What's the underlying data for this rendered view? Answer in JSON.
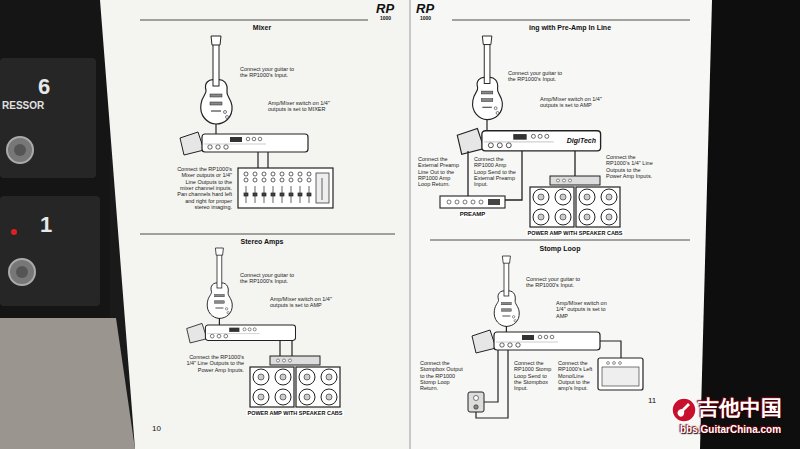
{
  "diagram": {
    "nodes": [
      {
        "text": [
          "POWER AMP WITH SPEAKER CABS"
        ]
      },
      {
        "text": [
          "DigiTech"
        ]
      },
      {
        "text": [
          "PREAMP"
        ]
      },
      {
        "text": [
          "POWER AMP WITH SPEAKER CABS"
        ]
      }
    ],
    "edges": [
      {
        "from": 1,
        "to": 2,
        "arrow": "none"
      },
      {
        "from": 2,
        "to": 1,
        "arrow": "none"
      },
      {
        "from": 1,
        "to": 3,
        "arrow": "none"
      }
    ],
    "labels": [
      "6",
      "RESSOR",
      "1",
      "RP",
      "1000",
      "Mixer",
      "Connect your guitar to the RP1000's Input.",
      "Amp/Mixer switch on 1/4\" outputs is set to MIXER",
      "Connect the RP1000's Mixer outputs or 1/4\" Line Outputs to the mixer channel inputs. Pan channels hard left and right for proper stereo imaging.",
      "Stereo Amps",
      "Connect your guitar to the RP1000's Input.",
      "Amp/Mixer switch on 1/4\" outputs is set to AMP",
      "Connect the RP1000's 1/4\" Line Outputs to the Power Amp Inputs.",
      "10",
      "RP",
      "1000",
      "ing with Pre-Amp In Line",
      "Connect your guitar to the RP1000's Input.",
      "Amp/Mixer switch on 1/4\" outputs is set to AMP",
      "Connect the External Preamp Line Out to the RP1000 Amp Loop Return.",
      "Connect the RP1000 Amp Loop Send to the External Preamp Input.",
      "Connect the RP1000's 1/4\" Line Outputs to the Power Amp Inputs.",
      "Stomp Loop",
      "Connect your guitar to the RP1000's Input.",
      "Amp/Mixer switch on 1/4\" outputs is set to AMP",
      "Connect the Stompbox Output to the RP1000 Stomp Loop Return.",
      "Connect the RP1000 Stomp Loop Send to the Stompbox Input.",
      "Connect the RP1000's Left Mono/Line Output to the amp's Input.",
      "11",
      "吉他中国",
      "bbs.GuitarChina.com"
    ]
  }
}
